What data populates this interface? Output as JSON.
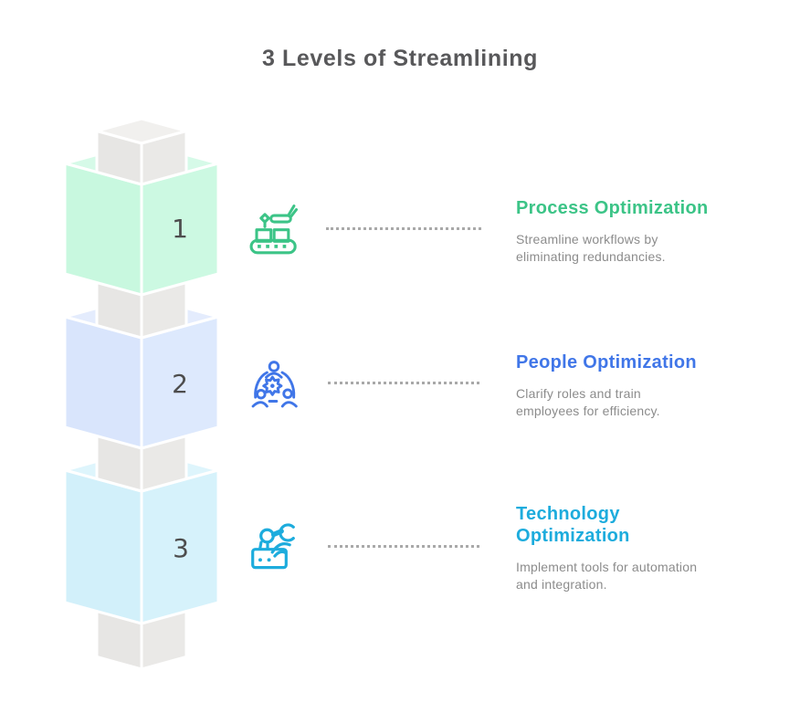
{
  "title": "3 Levels of Streamlining",
  "colors": {
    "heading": "#58585a",
    "description": "#8c8c8c",
    "dotted_line": "#a9a9a9",
    "block_number": "#4d4d4d",
    "edge": "#ffffff"
  },
  "tower": {
    "gray_cube": {
      "top": "#f1f0ee",
      "left": "#e7e6e4",
      "right": "#eae9e7"
    }
  },
  "levels": [
    {
      "number": "1",
      "title": "Process Optimization",
      "description": "Streamline workflows by\neliminating redundancies.",
      "accent": "#3cc487",
      "icon": "conveyor-belt-icon",
      "block": {
        "top": "#d6fae8",
        "side_left": "#c8f8df",
        "side_right": "#ccf9e2"
      }
    },
    {
      "number": "2",
      "title": "People Optimization",
      "description": "Clarify roles and train\nemployees for efficiency.",
      "accent": "#4076e8",
      "icon": "team-gear-icon",
      "block": {
        "top": "#e4ecfd",
        "side_left": "#d9e5fc",
        "side_right": "#dde9fd"
      }
    },
    {
      "number": "3",
      "title": "Technology\nOptimization",
      "description": "Implement tools for automation\nand integration.",
      "accent": "#1dacdd",
      "icon": "robot-arm-icon",
      "block": {
        "top": "#def5fc",
        "side_left": "#d2f0fa",
        "side_right": "#d6f2fb"
      }
    }
  ]
}
